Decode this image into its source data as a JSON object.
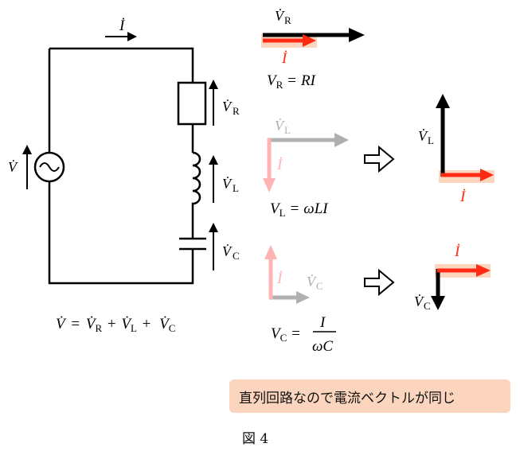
{
  "circuit": {
    "current_label": "İ",
    "source_label": "V̇",
    "vr_label": {
      "main": "V̇",
      "sub": "R"
    },
    "vl_label": {
      "main": "V̇",
      "sub": "L"
    },
    "vc_label": {
      "main": "V̇",
      "sub": "C"
    },
    "kvl_equation": {
      "lhs": "V̇",
      "eq": "=",
      "t1": "V̇",
      "s1": "R",
      "plus1": "+",
      "t2": "V̇",
      "s2": "L",
      "plus2": "+",
      "t3": "V̇",
      "s3": "C"
    }
  },
  "resistor_phasor": {
    "v_label": {
      "main": "V̇",
      "sub": "R"
    },
    "i_label": "İ",
    "equation": {
      "lhs": "V",
      "sub": "R",
      "eq": "=",
      "rhs": "RI"
    }
  },
  "inductor_phasor": {
    "before": {
      "v_label": {
        "main": "V̇",
        "sub": "L"
      },
      "i_label": "İ"
    },
    "equation": {
      "lhs": "V",
      "sub": "L",
      "eq": "=",
      "rhs": "ωLI"
    },
    "after": {
      "v_label": {
        "main": "V̇",
        "sub": "L"
      },
      "i_label": "İ"
    }
  },
  "capacitor_phasor": {
    "before": {
      "v_label": {
        "main": "V̇",
        "sub": "C"
      },
      "i_label": "İ"
    },
    "equation": {
      "lhs": "V",
      "sub": "C",
      "eq": "=",
      "num": "I",
      "den": "ωC"
    },
    "after": {
      "v_label": {
        "main": "V̇",
        "sub": "C"
      },
      "i_label": "İ"
    }
  },
  "note": "直列回路なので電流ベクトルが同じ",
  "caption": "図 4",
  "colors": {
    "black": "#000000",
    "current_red": "#ff2a14",
    "faded_red": "#ffb3b3",
    "faded_gray": "#b0b0b0",
    "highlight": "#fbd5bd"
  }
}
